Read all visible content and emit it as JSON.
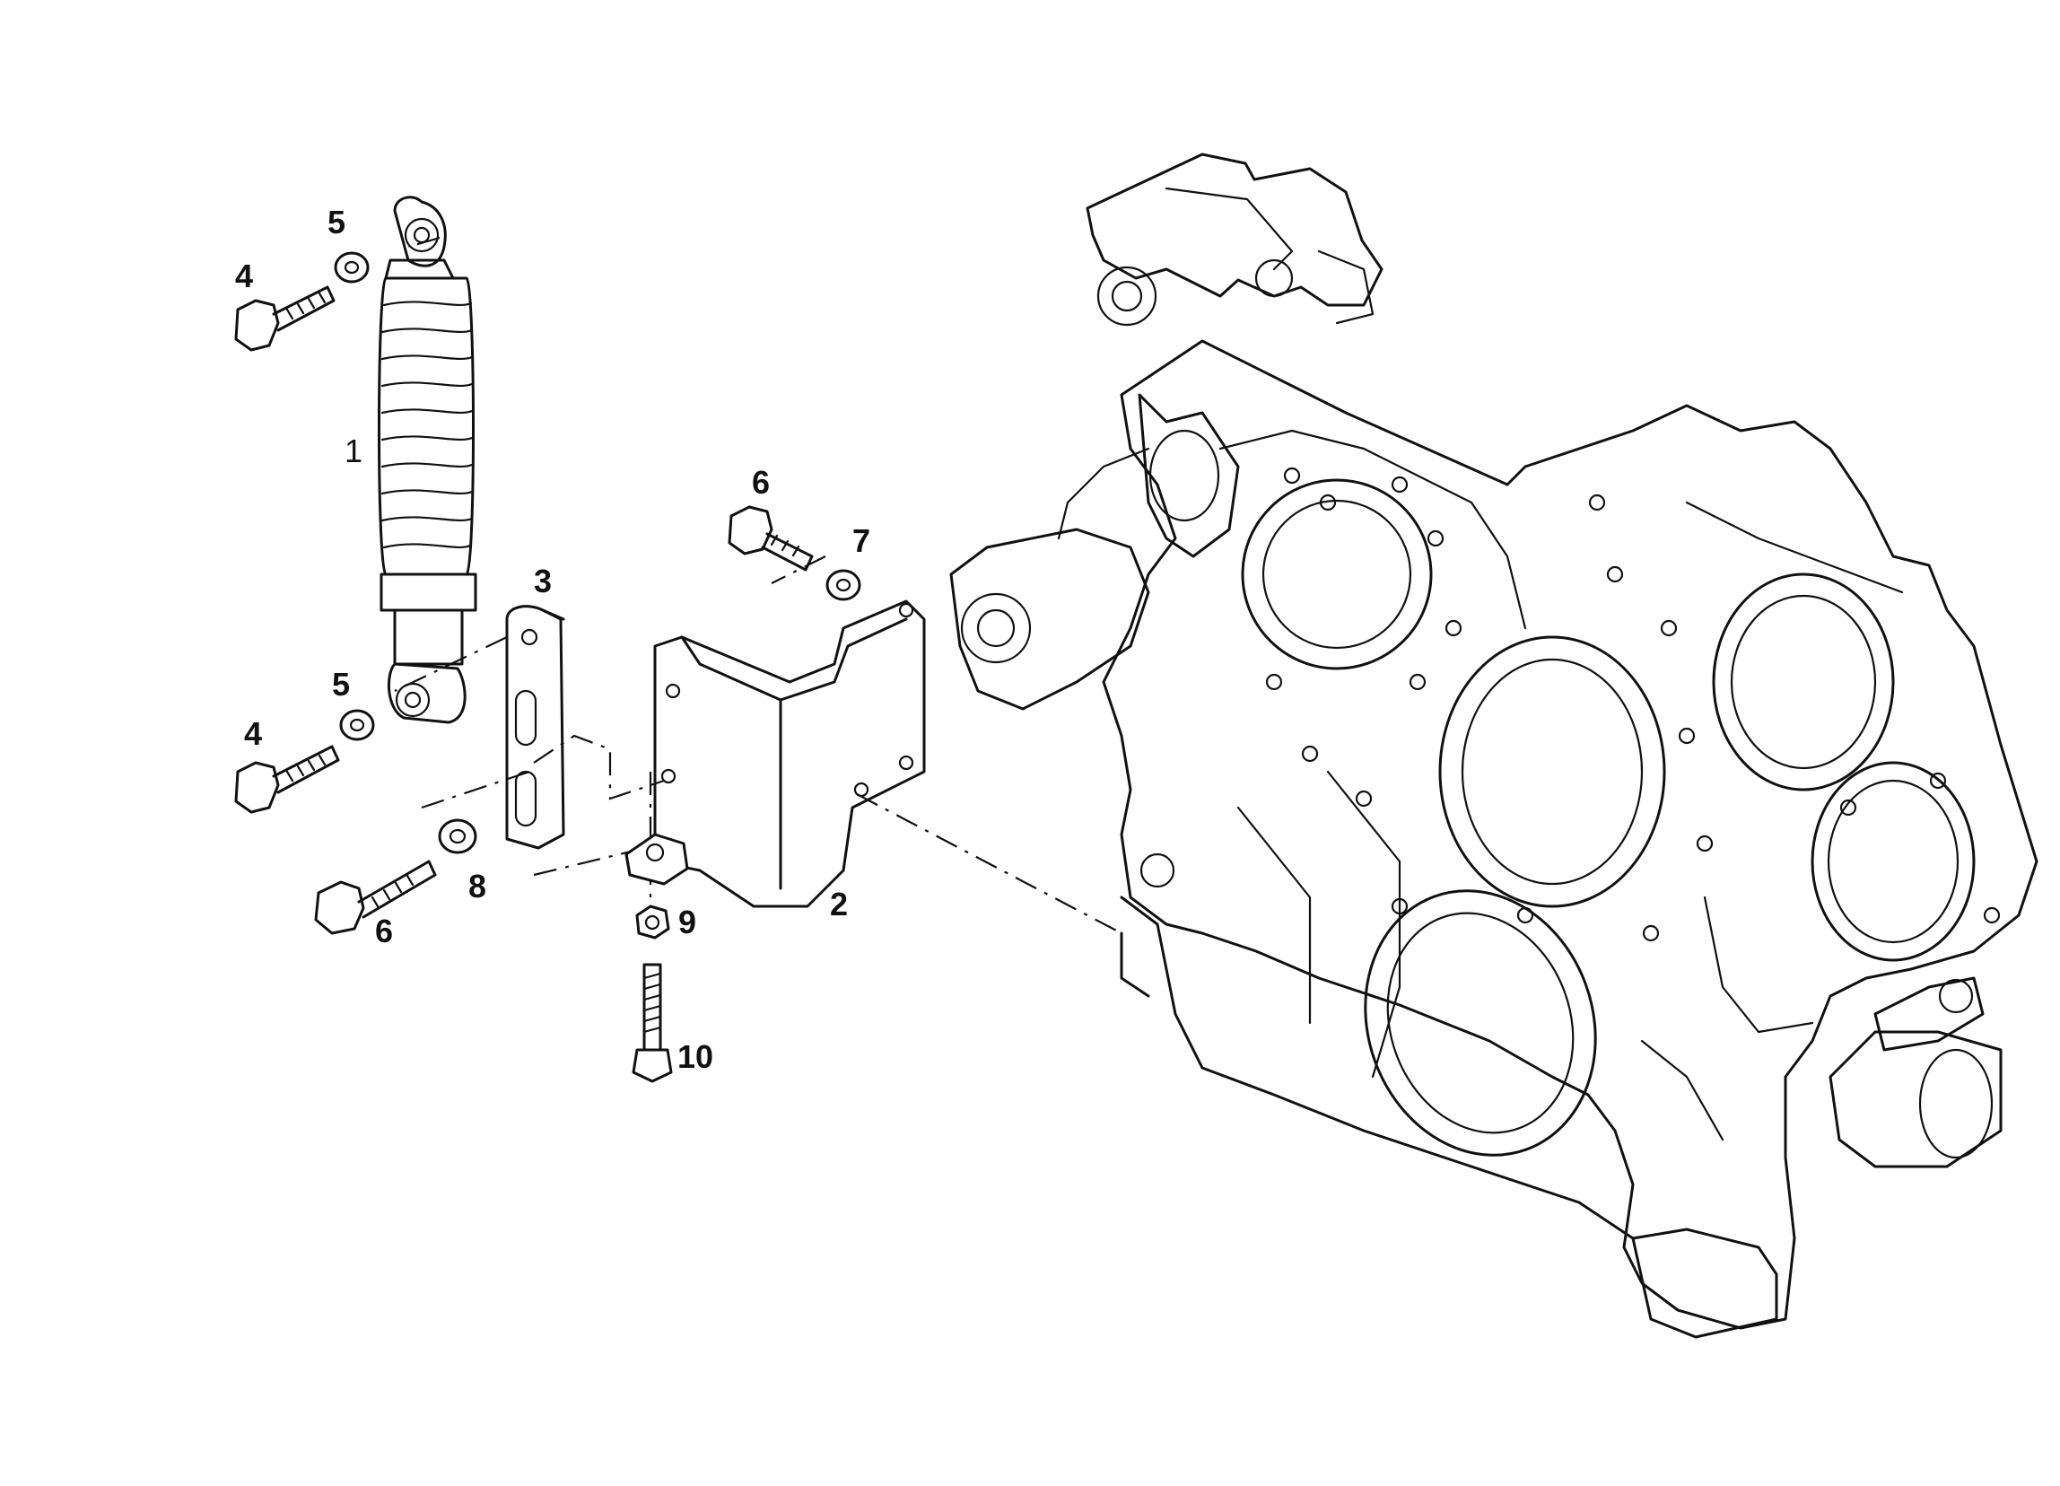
{
  "diagram": {
    "callouts": {
      "c1": "1",
      "c2": "2",
      "c3": "3",
      "c4a": "4",
      "c4b": "4",
      "c5a": "5",
      "c5b": "5",
      "c6a": "6",
      "c6b": "6",
      "c7": "7",
      "c8": "8",
      "c9": "9",
      "c10": "10"
    },
    "parts": [
      "shock-absorber",
      "mounting-bracket",
      "link-plate",
      "bolt",
      "washer",
      "bolt",
      "washer",
      "washer",
      "nut",
      "stud",
      "engine-front-cover"
    ]
  }
}
